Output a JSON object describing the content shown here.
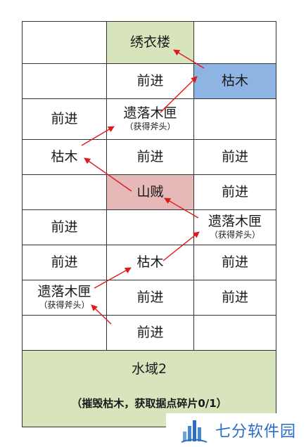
{
  "cells": [
    [
      "",
      "绣衣楼",
      ""
    ],
    [
      "",
      "前进",
      "枯木"
    ],
    [
      "前进",
      "遗落木匣",
      ""
    ],
    [
      "枯木",
      "前进",
      "前进"
    ],
    [
      "",
      "山贼",
      "前进"
    ],
    [
      "前进",
      "",
      "遗落木匣"
    ],
    [
      "前进",
      "枯木",
      "前进"
    ],
    [
      "遗落木匣",
      "前进",
      "前进"
    ],
    [
      "",
      "前进",
      ""
    ]
  ],
  "subs": {
    "r2c1": "（获得斧头）",
    "r5c2": "（获得斧头）",
    "r7c0": "（获得斧头）"
  },
  "highlights": {
    "green": "#d8e4bc",
    "blue": "#8db4e2",
    "red": "#e6b8b7",
    "arrow": "#e0191b"
  },
  "bottom": {
    "title": "水域2",
    "subtitle": "（摧毁枯木，获取据点碎片0/1）"
  },
  "watermark": {
    "text": "七分软件园",
    "icon": "bar-chart-logo-icon"
  }
}
